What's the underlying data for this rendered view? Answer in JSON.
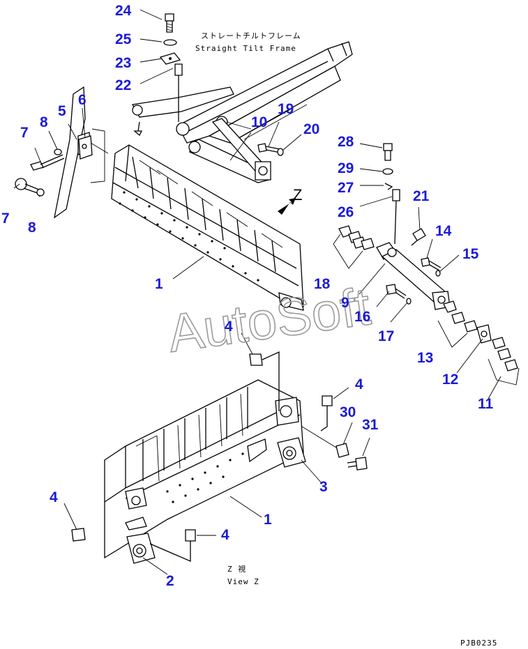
{
  "labels": {
    "frame_jp": "ストレートチルトフレーム",
    "frame_en": "Straight Tilt Frame",
    "view_jp": "Z 視",
    "view_en": "View Z",
    "view_arrow": "Z",
    "drawing_code": "PJB0235",
    "watermark": "AutoSoft"
  },
  "callouts": {
    "c1a": "1",
    "c1b": "1",
    "c2": "2",
    "c3": "3",
    "c4a": "4",
    "c4b": "4",
    "c4c": "4",
    "c4d": "4",
    "c5": "5",
    "c6": "6",
    "c7a": "7",
    "c7b": "7",
    "c8a": "8",
    "c8b": "8",
    "c9": "9",
    "c10": "10",
    "c11": "11",
    "c12": "12",
    "c13": "13",
    "c14": "14",
    "c15": "15",
    "c16": "16",
    "c17": "17",
    "c18": "18",
    "c19": "19",
    "c20": "20",
    "c21": "21",
    "c22": "22",
    "c23": "23",
    "c24": "24",
    "c25": "25",
    "c26": "26",
    "c27": "27",
    "c28": "28",
    "c29": "29",
    "c30": "30",
    "c31": "31"
  },
  "colors": {
    "callout": "#1a1ad6",
    "line": "#000000",
    "watermark": "#9a9a9a"
  }
}
